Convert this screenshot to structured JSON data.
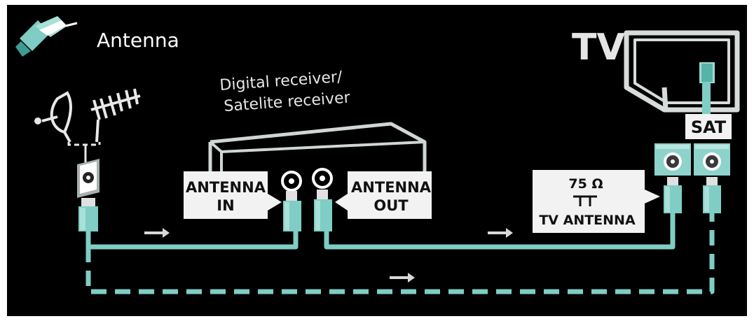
{
  "header": {
    "source_title": "Antenna",
    "tv_title": "TV"
  },
  "receiver": {
    "caption_line1": "Digital receiver/",
    "caption_line2": "Satelite receiver",
    "in_label_line1": "ANTENNA",
    "in_label_line2": "IN",
    "out_label_line1": "ANTENNA",
    "out_label_line2": "OUT"
  },
  "tv_ports": {
    "sat_label": "SAT",
    "antenna_ohm": "75 Ω",
    "antenna_label": "TV ANTENNA"
  },
  "colors": {
    "background": "#000000",
    "cable": "#7fcdc4",
    "cable_dark": "#3f9b92",
    "outline": "#cfd6d5",
    "label_bg": "#f2f2f2",
    "port": "#8ed3cb"
  }
}
